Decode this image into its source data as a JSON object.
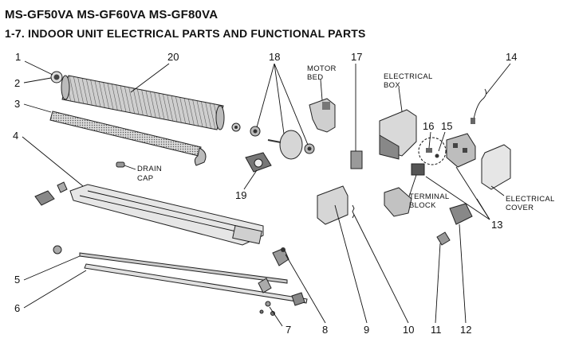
{
  "header": {
    "models": "MS-GF50VA  MS-GF60VA  MS-GF80VA",
    "section": "1-7. INDOOR UNIT ELECTRICAL PARTS AND FUNCTIONAL PARTS"
  },
  "callouts": {
    "n1": "1",
    "n2": "2",
    "n3": "3",
    "n4": "4",
    "n5": "5",
    "n6": "6",
    "n7": "7",
    "n8": "8",
    "n9": "9",
    "n10": "10",
    "n11": "11",
    "n12": "12",
    "n13": "13",
    "n14": "14",
    "n15": "15",
    "n16": "16",
    "n17": "17",
    "n18": "18",
    "n19": "19",
    "n20": "20"
  },
  "labels": {
    "drain_cap_1": "DRAIN",
    "drain_cap_2": "CAP",
    "motor_bed_1": "MOTOR",
    "motor_bed_2": "BED",
    "electrical_box_1": "ELECTRICAL",
    "electrical_box_2": "BOX",
    "terminal_block_1": "TERMINAL",
    "terminal_block_2": "BLOCK",
    "electrical_cover_1": "ELECTRICAL",
    "electrical_cover_2": "COVER"
  },
  "colors": {
    "ink": "#111111",
    "part_fill": "#e6e6e6",
    "part_dark": "#7a7a7a"
  }
}
